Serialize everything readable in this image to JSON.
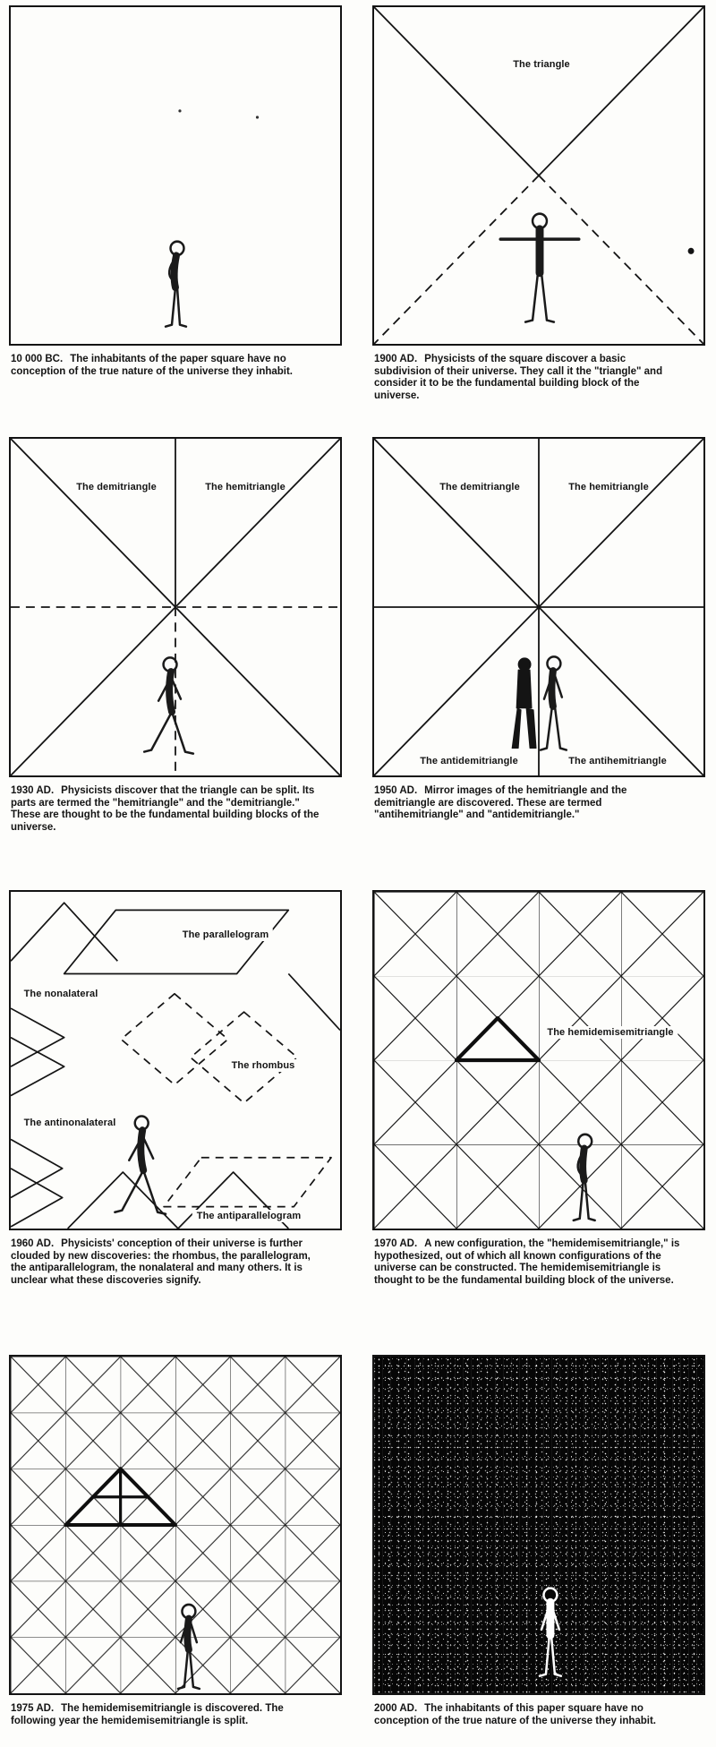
{
  "colors": {
    "ink": "#141414",
    "paper": "#fdfdfb",
    "noise_background": "#060606"
  },
  "panels": [
    {
      "id": "10000bc",
      "caption": {
        "lead": "10 000 BC.",
        "body": "The inhabitants of the paper square have no conception of the true nature of the universe they inhabit."
      },
      "labels": []
    },
    {
      "id": "1900ad",
      "caption": {
        "lead": "1900 AD.",
        "body": "Physicists of the square discover a basic subdivision of their universe. They call it the \"triangle\" and consider it to be the fundamental building block of the universe."
      },
      "labels": [
        "The triangle"
      ]
    },
    {
      "id": "1930ad",
      "caption": {
        "lead": "1930 AD.",
        "body": "Physicists discover that the triangle can be split. Its parts are termed the \"hemitriangle\" and the \"demitriangle.\" These are thought to be the fundamental building blocks of the universe."
      },
      "labels": [
        "The demitriangle",
        "The hemitriangle"
      ]
    },
    {
      "id": "1950ad",
      "caption": {
        "lead": "1950 AD.",
        "body": "Mirror images of the hemitriangle and the demitriangle are discovered. These are termed \"antihemitriangle\" and \"antidemitriangle.\""
      },
      "labels": [
        "The demitriangle",
        "The hemitriangle",
        "The antidemitriangle",
        "The antihemitriangle"
      ]
    },
    {
      "id": "1960ad",
      "caption": {
        "lead": "1960 AD.",
        "body": "Physicists' conception of their universe is further clouded by new discoveries: the rhombus, the parallelogram, the antiparallelogram, the nonalateral and many others. It is unclear what these discoveries signify."
      },
      "labels": [
        "The parallelogram",
        "The nonalateral",
        "The rhombus",
        "The antinonalateral",
        "The antiparallelogram"
      ]
    },
    {
      "id": "1970ad",
      "caption": {
        "lead": "1970 AD.",
        "body": "A new configuration, the \"hemidemisemitriangle,\" is hypothesized, out of which all known configurations of the universe can be constructed. The hemidemisemitriangle is thought to be the fundamental building block of the universe."
      },
      "labels": [
        "The hemidemisemitriangle"
      ]
    },
    {
      "id": "1975ad",
      "caption": {
        "lead": "1975 AD.",
        "body": "The hemidemisemitriangle is discovered. The following year the hemidemisemitriangle is split."
      },
      "labels": []
    },
    {
      "id": "2000ad",
      "caption": {
        "lead": "2000 AD.",
        "body": "The inhabitants of this paper square have no conception of the true nature of the universe they inhabit."
      },
      "labels": []
    }
  ]
}
